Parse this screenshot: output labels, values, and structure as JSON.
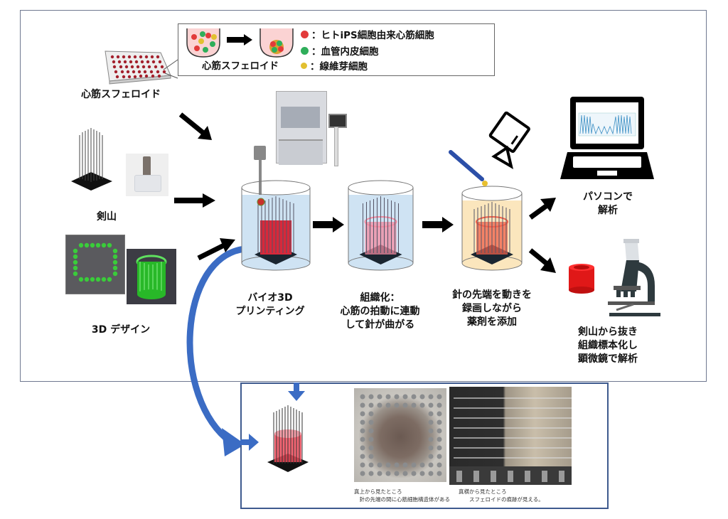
{
  "legend": {
    "spheroid_label": "心筋スフェロイド",
    "items": [
      {
        "label": "：ヒトiPS細胞由来心筋細胞",
        "color": "#e23a3a",
        "icon": "red-cell-sphere"
      },
      {
        "label": "：血管内皮細胞",
        "color": "#2fae5a",
        "icon": "green-cell-sphere"
      },
      {
        "label": "：線維芽細胞",
        "color": "#e2c030",
        "icon": "yellow-cell-sphere"
      }
    ]
  },
  "inputs": {
    "spheroid": "心筋スフェロイド",
    "kenzan": "剣山",
    "design": "3D デザイン"
  },
  "steps": [
    {
      "id": "bioprint",
      "label": "バイオ3D\nプリンティング"
    },
    {
      "id": "tissue",
      "label": "組織化：\n心筋の拍動に連動\nして針が曲がる"
    },
    {
      "id": "drug",
      "label": "針の先端を動きを\n録画しながら\n薬剤を添加"
    }
  ],
  "analysis": {
    "pc": "パソコンで\n解析",
    "microscope": "剣山から抜き\n組織標本化し\n顕微鏡で解析"
  },
  "bottom_panel": {
    "caption_top_view": "真上から見たところ\n　針の先端の間に心筋細胞構造体がある",
    "caption_side_view": "真横から見たところ\n　　スフェロイドの痕跡が見える。"
  },
  "colors": {
    "frame": "#6f7890",
    "bottom_frame": "#3e5a8e",
    "flow_arrow": "#3b6cc4",
    "tissue_red": "#d8283a",
    "medium_blue": "#cfe3f3",
    "medium_yellow": "#fbe6bd"
  }
}
